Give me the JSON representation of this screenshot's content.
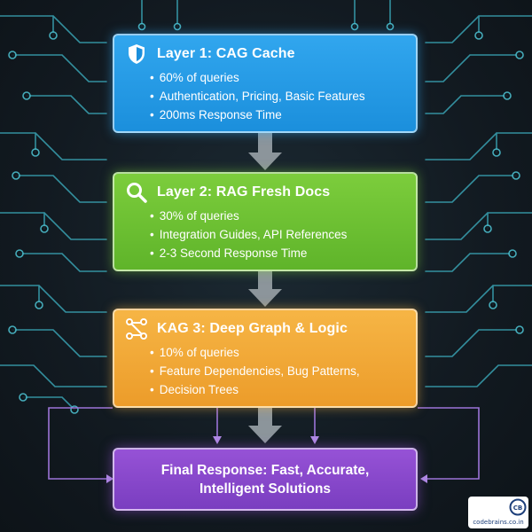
{
  "layers": [
    {
      "title": "Layer 1: CAG Cache",
      "icon": "shield-icon",
      "color": "#2fa3ea",
      "bullets": [
        "60% of queries",
        "Authentication, Pricing, Basic Features",
        "200ms Response Time"
      ]
    },
    {
      "title": "Layer 2: RAG Fresh Docs",
      "icon": "search-icon",
      "color": "#72c337",
      "bullets": [
        "30% of queries",
        "Integration Guides, API References",
        "2-3 Second Response Time"
      ]
    },
    {
      "title": "KAG 3: Deep Graph & Logic",
      "icon": "graph-nodes-icon",
      "color": "#f2aa3a",
      "bullets": [
        "10% of queries",
        "Feature Dependencies, Bug Patterns,",
        "Decision Trees"
      ]
    }
  ],
  "final": {
    "title": "Final Response: Fast, Accurate, Intelligent Solutions",
    "color": "#8a4bd0"
  },
  "logo": {
    "text": "codebrains.co.in",
    "badge": "CB"
  }
}
